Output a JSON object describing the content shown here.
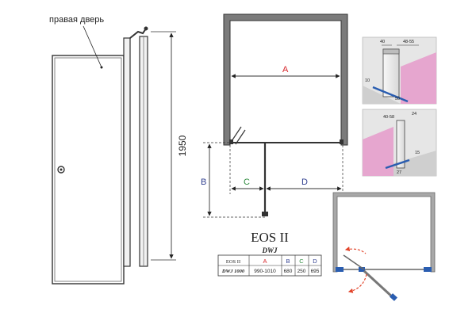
{
  "front_view": {
    "door_label": "правая дверь",
    "height_value": "1950"
  },
  "plan_view": {
    "dims": {
      "a": "A",
      "b": "B",
      "c": "C",
      "d": "D"
    }
  },
  "detail_top": {
    "values": [
      "40",
      "48-55",
      "10",
      "50"
    ]
  },
  "detail_mid": {
    "values": [
      "40-58",
      "24",
      "15",
      "27"
    ]
  },
  "product": {
    "name": "EOS II",
    "code": "DWJ"
  },
  "spec_table": {
    "headers": [
      "EOS II",
      "A",
      "B",
      "C",
      "D"
    ],
    "row": [
      "DWJ 1000",
      "990-1010",
      "680",
      "250",
      "695"
    ]
  },
  "colors": {
    "dim_a": "#d6262b",
    "dim_b": "#2f3e8f",
    "dim_c": "#2e8b3e",
    "dim_d": "#2f3e8f",
    "accent_arrow": "#e2442a",
    "hinge_blue": "#2a5db0",
    "wall_pink": "#e6a6cf"
  }
}
